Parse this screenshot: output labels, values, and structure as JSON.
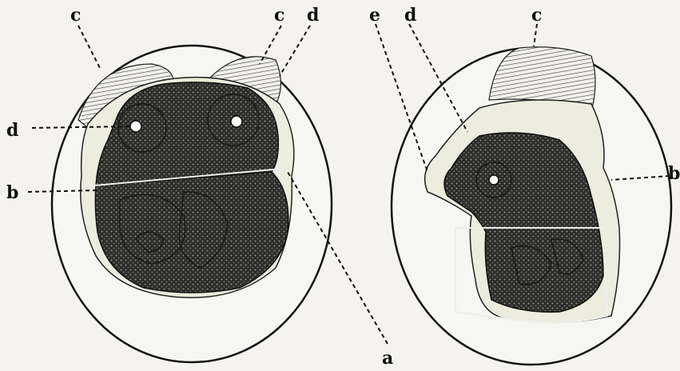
{
  "labels": {
    "left_c1": "c",
    "left_c2": "c",
    "left_d_top": "d",
    "left_d_side": "d",
    "left_b": "b",
    "right_e": "e",
    "right_d": "d",
    "right_c": "c",
    "right_b": "b",
    "bottom_a": "a"
  }
}
